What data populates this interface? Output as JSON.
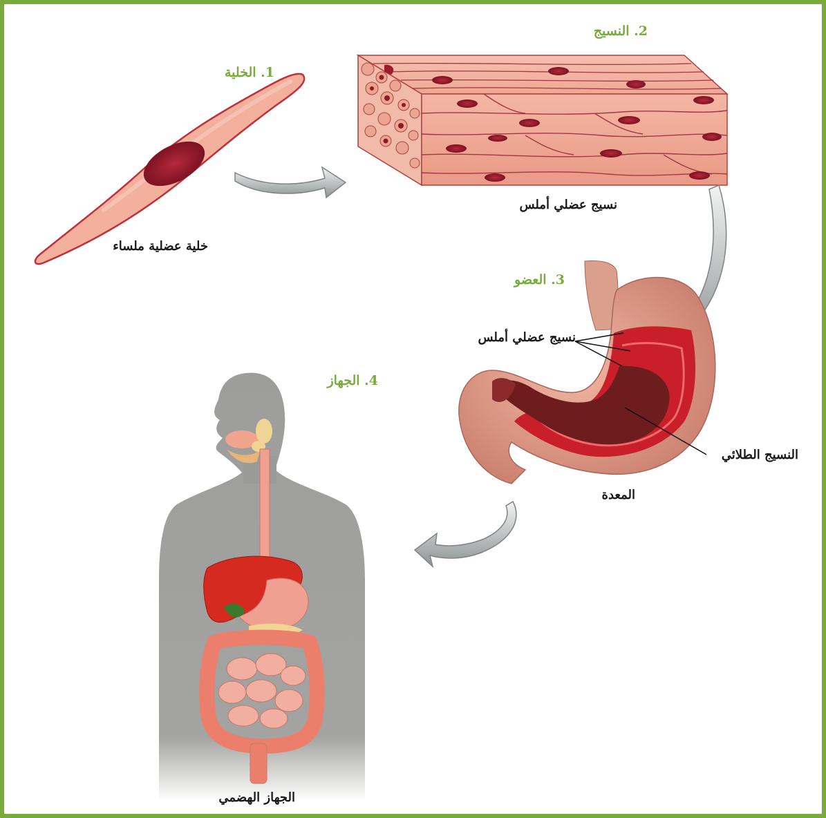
{
  "frame": {
    "border_color": "#7aaa3c"
  },
  "steps": {
    "cell": "1. الخلية",
    "tissue": "2. النسيج",
    "organ": "3. العضو",
    "system": "4. الجهاز"
  },
  "captions": {
    "cell": "خلية عضلية ملساء",
    "tissue": "نسيج عضلي أملس",
    "organ": "المعدة",
    "system": "الجهاز الهضمي",
    "organ_muscle": "نسيج عضلي أملس",
    "organ_epithelial": "النسيج الطلائي"
  },
  "colors": {
    "step_label": "#7aaa3c",
    "arrow": "#9a9d9e",
    "muscle_pink": "#f2aa98",
    "nucleus": "#9b1d2c",
    "body_silhouette": "#9a9a98",
    "liver": "#d42a1f",
    "stomach": "#e9a08a"
  },
  "icons": [
    "arrow-cell-to-tissue-icon",
    "arrow-tissue-to-organ-icon",
    "arrow-organ-to-system-icon"
  ]
}
